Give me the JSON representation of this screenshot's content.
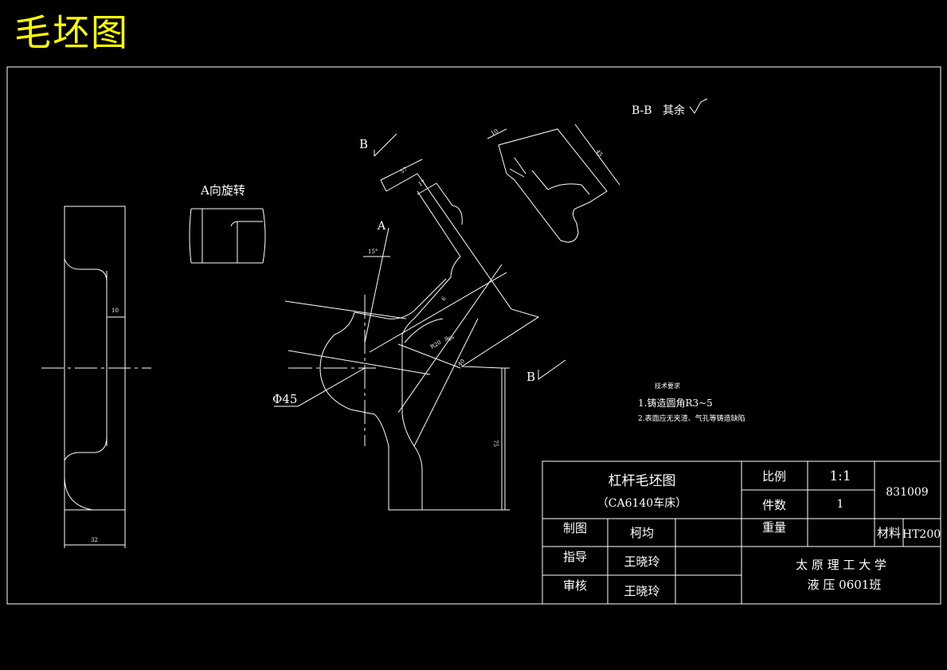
{
  "page_title": "毛坯图",
  "labels": {
    "view_a": "A向旋转",
    "section_bb": "B-B",
    "rest_roughness": "其余",
    "section_mark_b": "B",
    "view_mark_a": "A",
    "diameter": "Φ45"
  },
  "dimensions": {
    "width_32": "32",
    "width_10": "10",
    "angle_15": "15°",
    "d_57": "57",
    "d_17": "17",
    "d_10": "10",
    "d_45": "45",
    "d_6": "6",
    "r_20": "R20",
    "angle_90": "90°",
    "d_40": "40",
    "d_75": "75"
  },
  "tech_notes": {
    "heading": "技术要求",
    "note1": "1.铸造圆角R3~5",
    "note2": "2.表面应无夹渣、气孔等铸造缺陷"
  },
  "title_block": {
    "part_name": "杠杆毛坯图",
    "machine": "（CA6140车床）",
    "scale_label": "比例",
    "scale_value": "1:1",
    "qty_label": "件数",
    "qty_value": "1",
    "drawing_no": "831009",
    "weight_label": "重量",
    "material_label": "材料",
    "material_value": "HT200",
    "drawn_label": "制图",
    "drawn_name": "柯均",
    "guide_label": "指导",
    "guide_name": "王晓玲",
    "review_label": "审核",
    "review_name": "王晓玲",
    "school": "太 原 理 工 大 学",
    "class": "液 压 0601班"
  }
}
